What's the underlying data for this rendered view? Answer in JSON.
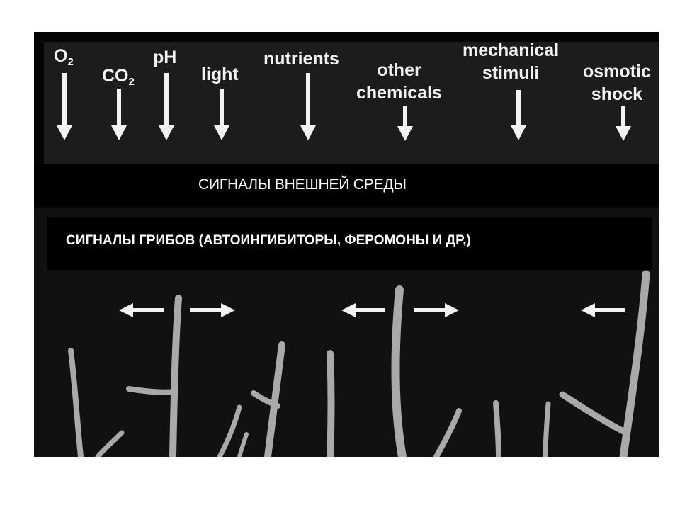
{
  "environment_signals": [
    {
      "id": "o2",
      "main": "O",
      "sub": "2"
    },
    {
      "id": "co2",
      "main": "CO",
      "sub": "2"
    },
    {
      "id": "ph",
      "main": "pH"
    },
    {
      "id": "light",
      "main": "light"
    },
    {
      "id": "nutrients",
      "main": "nutrients"
    },
    {
      "id": "other-chemicals",
      "line1": "other",
      "line2": "chemicals"
    },
    {
      "id": "mechanical-stimuli",
      "line1": "mechanical",
      "line2": "stimuli"
    },
    {
      "id": "osmotic-shock",
      "line1": "osmotic",
      "line2": "shock"
    }
  ],
  "environment_label": "СИГНАЛЫ ВНЕШНЕЙ СРЕДЫ",
  "fungal_label": "СИГНАЛЫ ГРИБОВ (АВТОИНГИБИТОРЫ, ФЕРОМОНЫ И ДР,)",
  "colors": {
    "figure_background": "#050505",
    "signals_panel": "#1c1c1c",
    "hyphae": "#a9a9a9",
    "arrow": "#f2f2f2"
  }
}
